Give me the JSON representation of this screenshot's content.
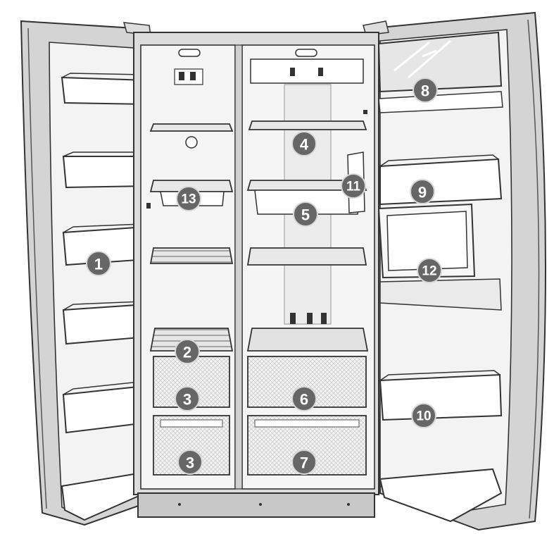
{
  "diagram": {
    "callouts": [
      {
        "id": "c1",
        "label": "1"
      },
      {
        "id": "c2",
        "label": "2"
      },
      {
        "id": "c3a",
        "label": "3"
      },
      {
        "id": "c3b",
        "label": "3"
      },
      {
        "id": "c4",
        "label": "4"
      },
      {
        "id": "c5",
        "label": "5"
      },
      {
        "id": "c6",
        "label": "6"
      },
      {
        "id": "c7",
        "label": "7"
      },
      {
        "id": "c8",
        "label": "8"
      },
      {
        "id": "c9",
        "label": "9"
      },
      {
        "id": "c10",
        "label": "10"
      },
      {
        "id": "c11",
        "label": "11"
      },
      {
        "id": "c12",
        "label": "12"
      },
      {
        "id": "c13",
        "label": "13"
      }
    ],
    "colors": {
      "outline": "#333333",
      "body": "#d9d9d9",
      "interior": "#f4f4f4",
      "callout": "#666666"
    }
  }
}
